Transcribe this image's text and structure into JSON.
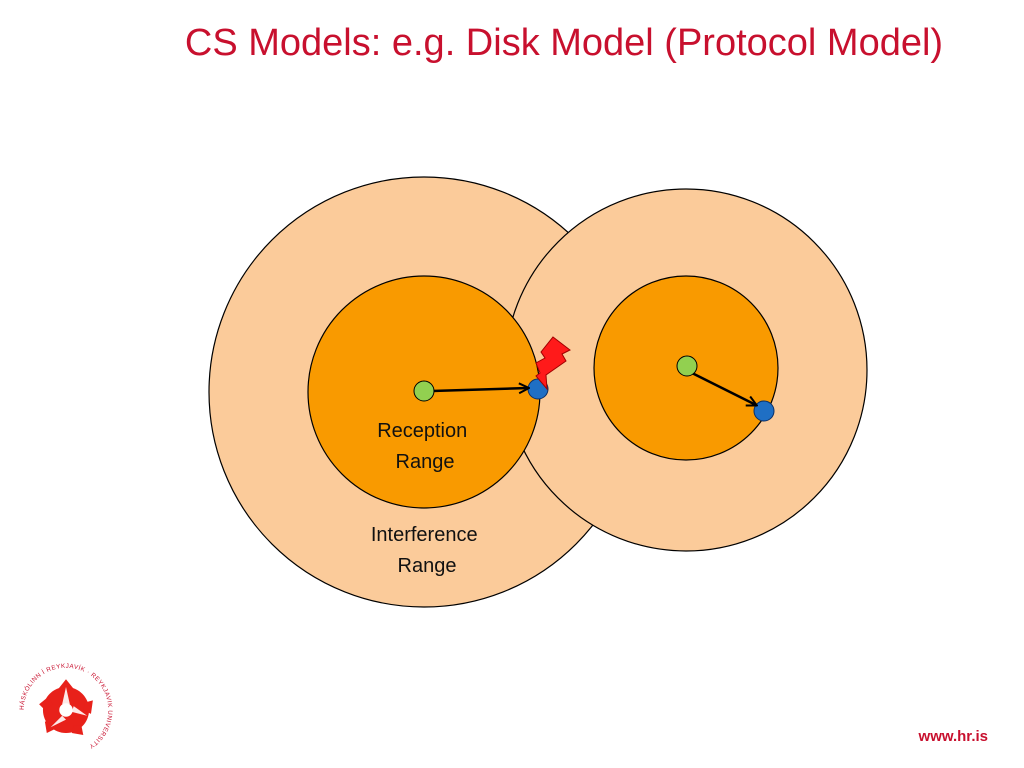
{
  "slide": {
    "title": "CS Models: e.g. Disk Model (Protocol Model)",
    "footer_url": "www.hr.is"
  },
  "diagram": {
    "reception_label": [
      "Reception",
      "Range"
    ],
    "interference_label": [
      "Interference",
      "Range"
    ]
  },
  "logo": {
    "text": "HÁSKÓLINN Í REYKJAVÍK · REYKJAVIK UNIVERSITY"
  },
  "colors": {
    "title": "#c8102e",
    "interference_fill": "#fbcb9a",
    "reception_fill": "#f99a00",
    "sender_node": "#92d050",
    "receiver_node": "#1f6fc4",
    "collision_bolt": "#ff1a1a"
  },
  "icons": [
    "collision-bolt-icon",
    "university-logo-icon"
  ]
}
